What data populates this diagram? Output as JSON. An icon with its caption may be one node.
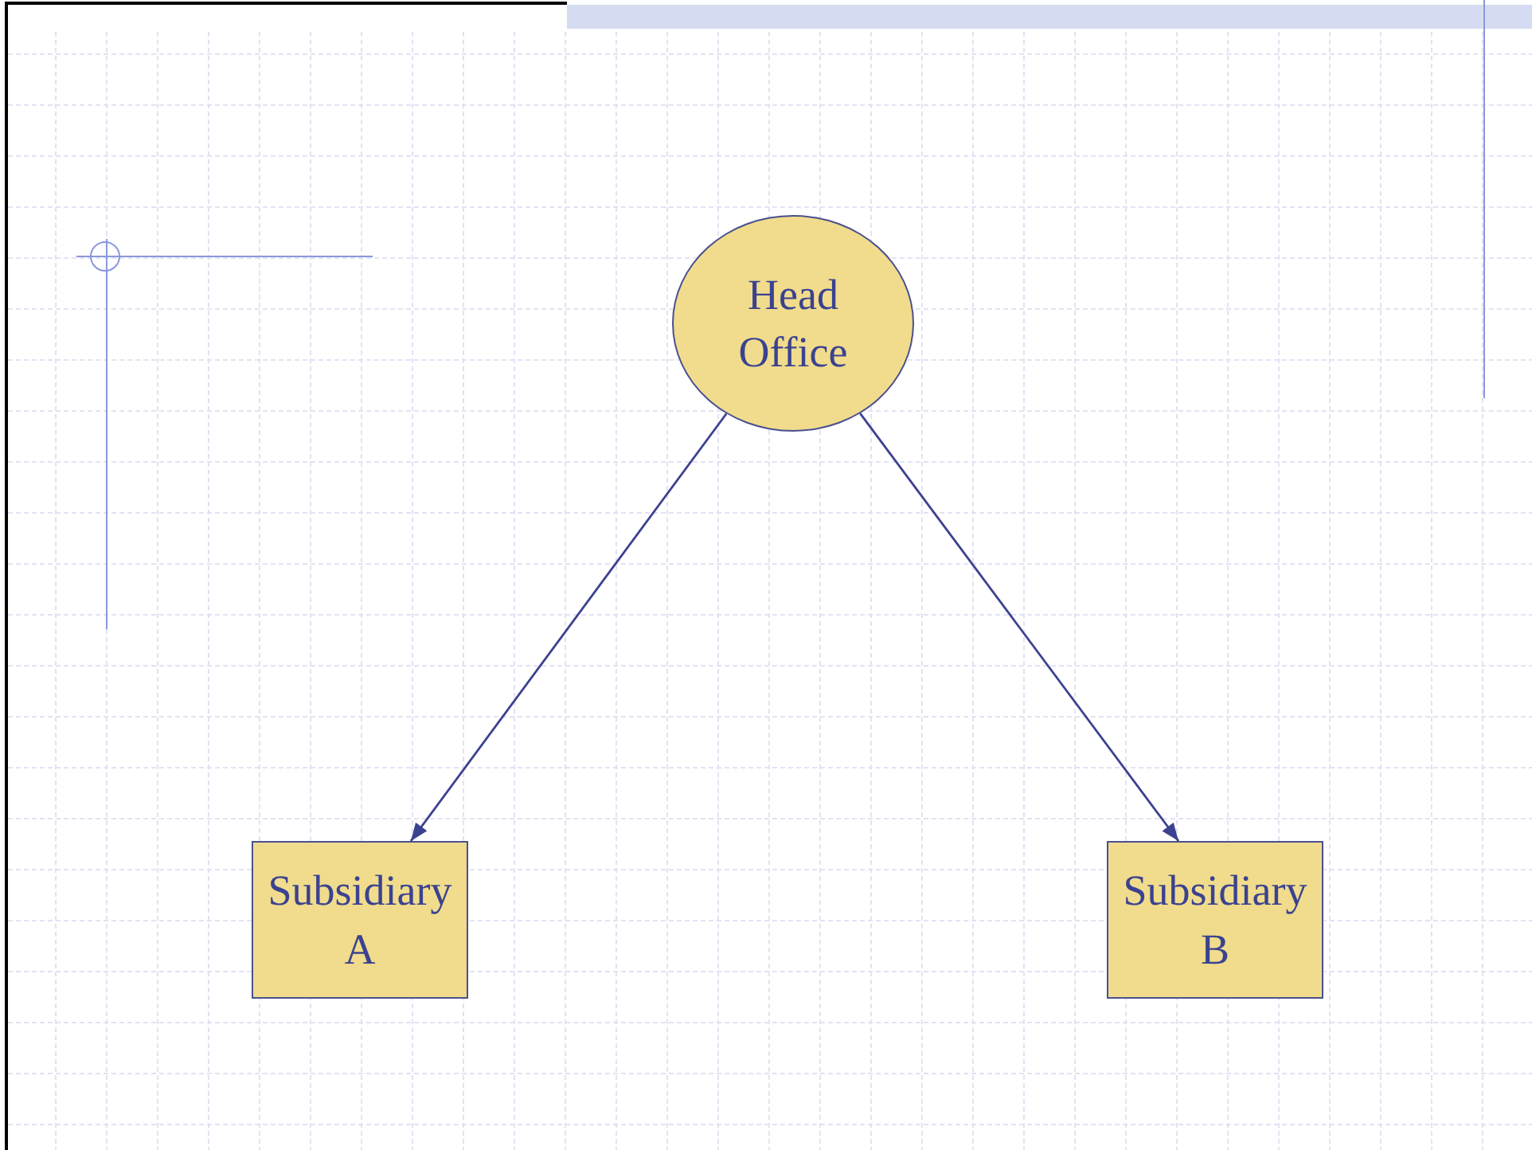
{
  "diagram": {
    "nodes": [
      {
        "text": [
          "Head Office"
        ]
      },
      {
        "text": [
          "Subsidiary A"
        ]
      },
      {
        "text": [
          "Subsidiary B"
        ]
      }
    ],
    "edges": [
      {
        "from": 0,
        "to": 1,
        "arrow": "to"
      },
      {
        "from": 0,
        "to": 2,
        "arrow": "to"
      }
    ]
  }
}
